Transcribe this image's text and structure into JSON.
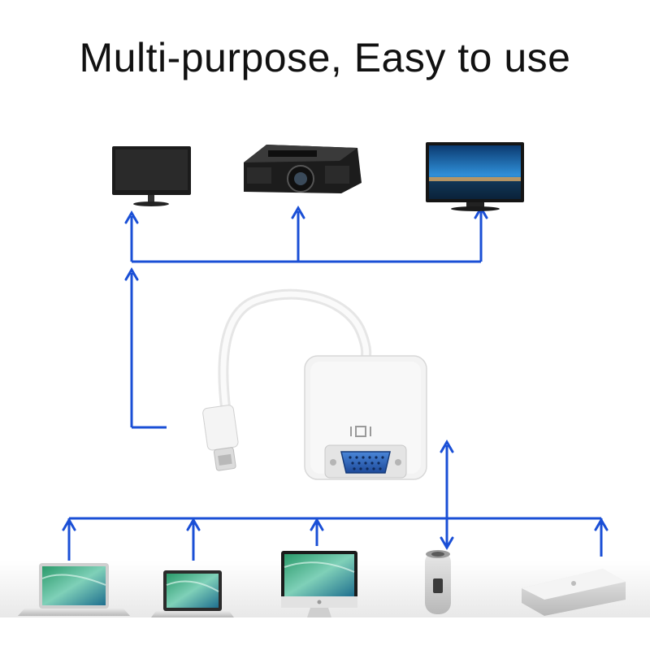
{
  "headline": "Multi-purpose, Easy to use",
  "colors": {
    "arrow": "#1a4fd6",
    "background": "#ffffff",
    "adapter": "#f2f2f2",
    "vga_port": "#2a5fb8",
    "screen_sky": "#2f8fd8",
    "floor": "#ececec"
  },
  "outputs": [
    {
      "icon": "monitor-icon"
    },
    {
      "icon": "projector-icon"
    },
    {
      "icon": "tv-icon"
    }
  ],
  "adapter": {
    "icon": "mini-displayport-to-vga-adapter",
    "port_glyph": "IOI"
  },
  "sources": [
    {
      "icon": "macbook-air-icon"
    },
    {
      "icon": "macbook-pro-icon"
    },
    {
      "icon": "imac-icon"
    },
    {
      "icon": "mac-pro-icon"
    },
    {
      "icon": "mac-mini-icon"
    }
  ]
}
